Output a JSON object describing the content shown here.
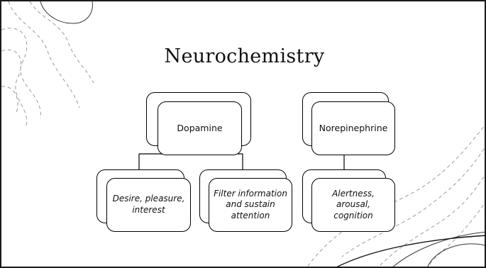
{
  "slide": {
    "title": "Neurochemistry"
  },
  "diagram": {
    "nodes": [
      {
        "id": "dopamine",
        "label": "Dopamine"
      },
      {
        "id": "norepinephrine",
        "label": "Norepinephrine"
      },
      {
        "id": "desire",
        "label": "Desire, pleasure, interest"
      },
      {
        "id": "filter",
        "label": "Filter information and sustain attention"
      },
      {
        "id": "alertness",
        "label": "Alertness, arousal, cognition"
      }
    ],
    "edges": [
      {
        "from": "dopamine",
        "to": "desire"
      },
      {
        "from": "dopamine",
        "to": "filter"
      },
      {
        "from": "norepinephrine",
        "to": "alertness"
      }
    ]
  },
  "colors": {
    "border": "#000000",
    "decoration": "#9a9a9a"
  }
}
